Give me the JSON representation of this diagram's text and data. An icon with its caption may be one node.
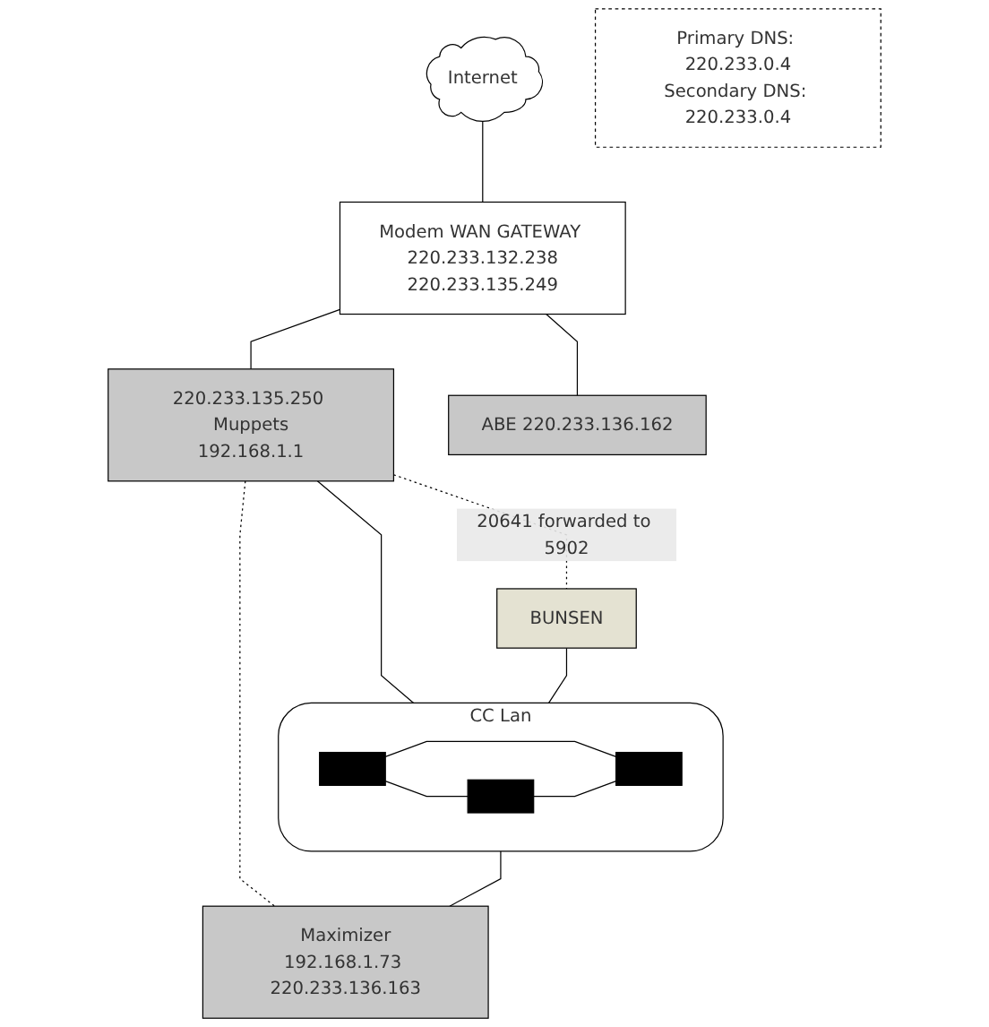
{
  "diagram": {
    "nodes": [
      {
        "text": [
          "Internet"
        ]
      },
      {
        "text": [
          "Modem WAN GATEWAY 220.233.132.238",
          "220.233.135.249"
        ]
      },
      {
        "text": [
          "220.233.135.250 Muppets",
          "192.168.1.1"
        ]
      },
      {
        "text": [
          "ABE 220.233.136.162"
        ]
      },
      {
        "text": [
          "BUNSEN"
        ]
      },
      {
        "text": [
          "CC Lan"
        ]
      },
      {
        "text": [],
        "shape": "computer",
        "in": 5
      },
      {
        "text": [],
        "shape": "computer",
        "in": 5
      },
      {
        "text": [],
        "shape": "computer",
        "in": 5
      },
      {
        "text": [
          "Maximizer",
          "192.168.1.73 220.233.136.163"
        ]
      },
      {
        "text": [
          "Primary DNS: 220.233.0.4",
          "Secondary DNS: 220.233.0.4"
        ]
      }
    ],
    "edges": [
      {
        "from": 0,
        "to": 1,
        "arrow": "none"
      },
      {
        "from": 1,
        "to": 2,
        "arrow": "none"
      },
      {
        "from": 1,
        "to": 3,
        "arrow": "none"
      },
      {
        "from": 2,
        "to": 4,
        "arrow": "none",
        "style": "dashed",
        "label": "20641 forwarded to 5902"
      },
      {
        "from": 2,
        "to": 9,
        "arrow": "none",
        "style": "dashed"
      },
      {
        "from": 2,
        "to": 5,
        "arrow": "none"
      },
      {
        "from": 4,
        "to": 5,
        "arrow": "none"
      },
      {
        "from": 6,
        "to": 7,
        "arrow": "none"
      },
      {
        "from": 6,
        "to": 8,
        "arrow": "none"
      },
      {
        "from": 8,
        "to": 7,
        "arrow": "none"
      },
      {
        "from": 5,
        "to": 9,
        "arrow": "none"
      }
    ]
  }
}
